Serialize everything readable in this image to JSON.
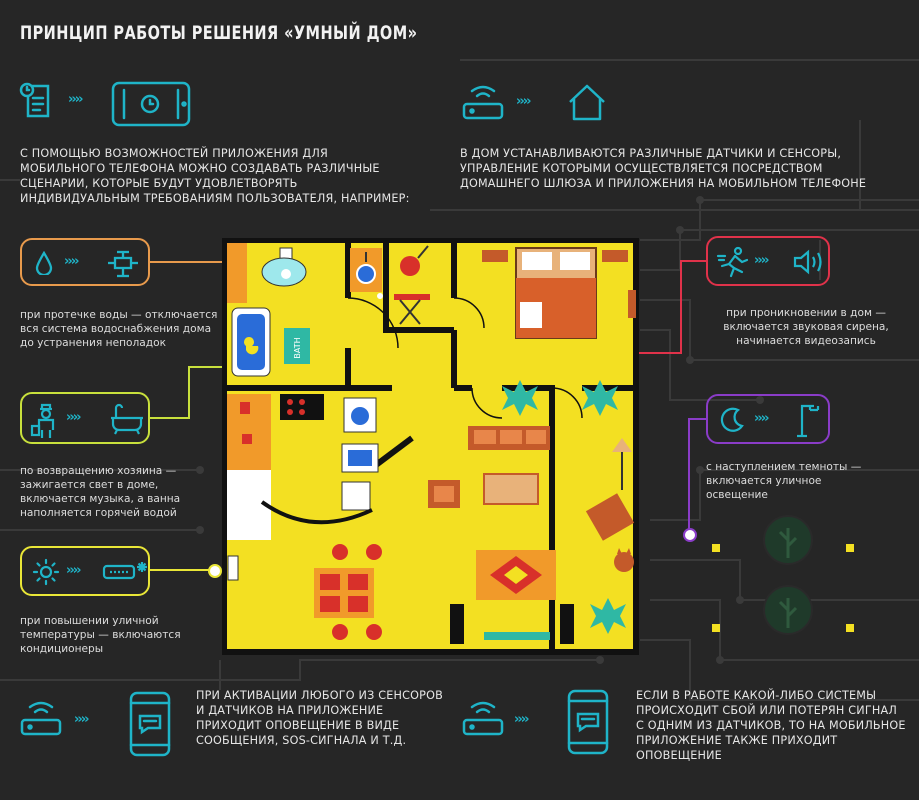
{
  "title": "ПРИНЦИП РАБОТЫ РЕШЕНИЯ «УМНЫЙ ДОМ»",
  "intro_left": "С ПОМОЩЬЮ ВОЗМОЖНОСТЕЙ ПРИЛОЖЕНИЯ ДЛЯ МОБИЛЬНОГО ТЕЛЕФОНА МОЖНО СОЗДАВАТЬ РАЗЛИЧНЫЕ СЦЕНАРИИ, КОТОРЫЕ БУДУТ УДОВЛЕТВОРЯТЬ ИНДИВИДУАЛЬНЫМ ТРЕБОВАНИЯМ ПОЛЬЗОВАТЕЛЯ, НАПРИМЕР:",
  "intro_right": "В ДОМ УСТАНАВЛИВАЮТСЯ РАЗЛИЧНЫЕ ДАТЧИКИ И СЕНСОРЫ, УПРАВЛЕНИЕ КОТОРЫМИ ОСУЩЕСТВЛЯЕТСЯ ПОСРЕДСТВОМ ДОМАШНЕГО ШЛЮЗА И ПРИЛОЖЕНИЯ НА МОБИЛЬНОМ ТЕЛЕФОНЕ",
  "scenarios": {
    "water": "при протечке воды — отключается вся система водоснабжения дома до устранения неполадок",
    "owner": "по возвращению хозяина — зажигается свет в доме, включается музыка, а ванна наполняется горячей водой",
    "temp": "при повышении уличной температуры — включаются кондиционеры",
    "intrusion": "при проникновении в дом — включается звуковая сирена, начинается видеозапись",
    "dark": "с наступлением темноты — включается уличное освещение"
  },
  "bath_label": "BATH",
  "bottom_left": "ПРИ АКТИВАЦИИ ЛЮБОГО ИЗ СЕНСОРОВ И ДАТЧИКОВ НА ПРИЛОЖЕНИЕ ПРИХОДИТ ОПОВЕЩЕНИЕ В ВИДЕ СООБЩЕНИЯ, SOS-СИГНАЛА И Т.Д.",
  "bottom_right": "ЕСЛИ В РАБОТЕ КАКОЙ-ЛИБО СИСТЕМЫ ПРОИСХОДИТ СБОЙ ИЛИ ПОТЕРЯН СИГНАЛ С ОДНИМ ИЗ ДАТЧИКОВ, ТО НА МОБИЛЬНОЕ ПРИЛОЖЕНИЕ ТАКЖЕ ПРИХОДИТ ОПОВЕЩЕНИЕ",
  "arrows": "››››",
  "colors": {
    "background": "#262626",
    "floor": "#f3e022",
    "wall": "#111111",
    "accent_cyan": "#1fb4c8",
    "water_box": "#e89a4c",
    "owner_box": "#c8e03c",
    "temp_box": "#e9e637",
    "intrusion_box": "#e0324a",
    "dark_box": "#8a3cc8"
  }
}
